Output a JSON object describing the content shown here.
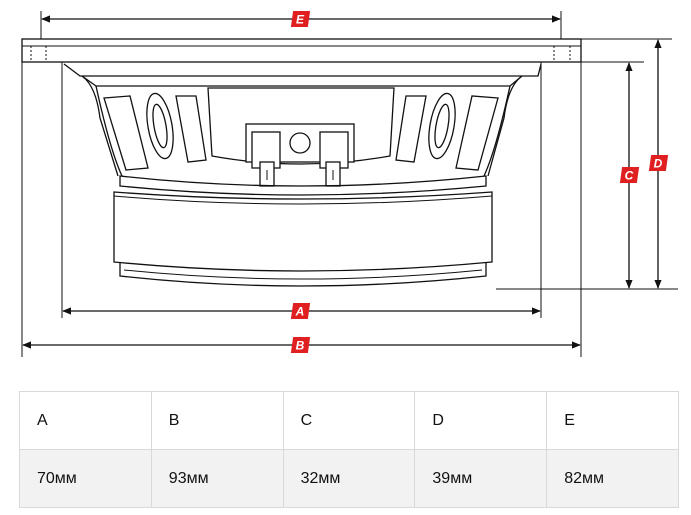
{
  "diagram": {
    "labels": {
      "a": "A",
      "b": "B",
      "c": "C",
      "d": "D",
      "e": "E"
    },
    "accent_color": "#e02020"
  },
  "table": {
    "headers": [
      "A",
      "B",
      "C",
      "D",
      "E"
    ],
    "values": [
      "70мм",
      "93мм",
      "32мм",
      "39мм",
      "82мм"
    ]
  }
}
